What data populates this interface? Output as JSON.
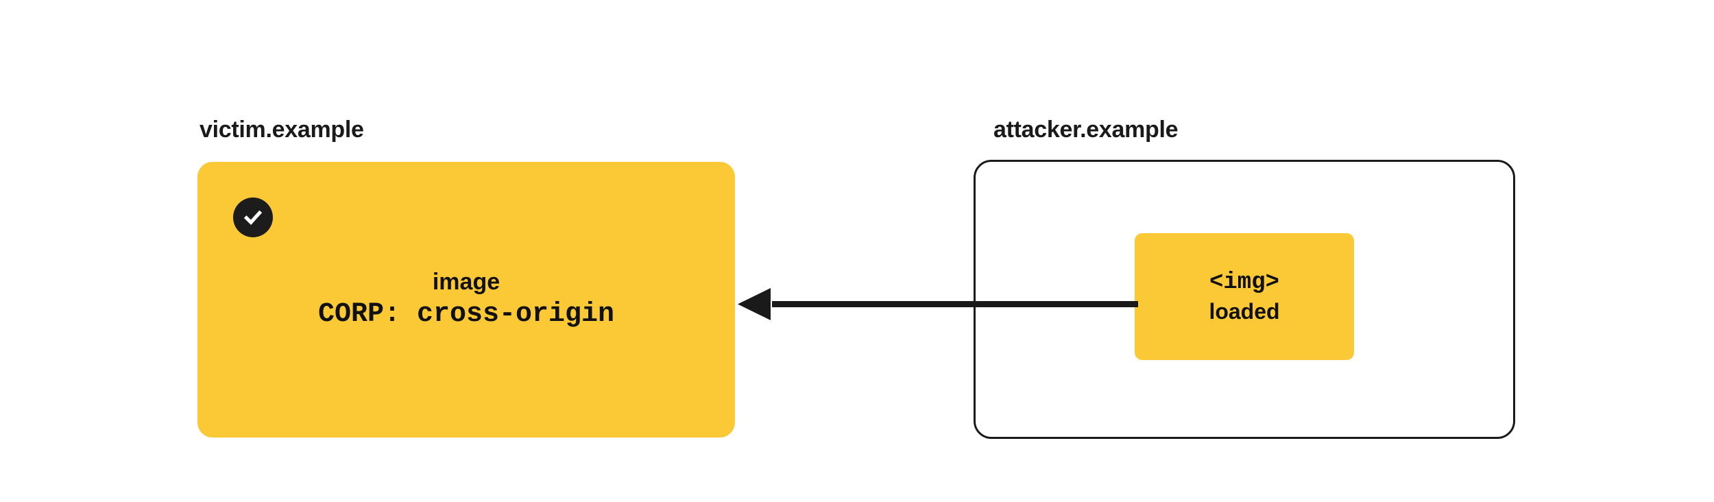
{
  "diagram": {
    "background_color": "#ffffff",
    "accent_color": "#FCC936",
    "ink_color": "#1a1a1a",
    "origins": [
      {
        "id": "victim",
        "label": "victim.example",
        "style": "filled",
        "badge": "check-icon",
        "resource": {
          "name": "image",
          "header": "CORP: cross-origin"
        }
      },
      {
        "id": "attacker",
        "label": "attacker.example",
        "style": "outlined",
        "element": {
          "tag": "<img>",
          "state": "loaded"
        }
      }
    ],
    "arrow": {
      "name": "request-arrow",
      "direction": "right-to-left",
      "from": "attacker.example <img>",
      "to": "victim.example image",
      "label": ""
    }
  }
}
